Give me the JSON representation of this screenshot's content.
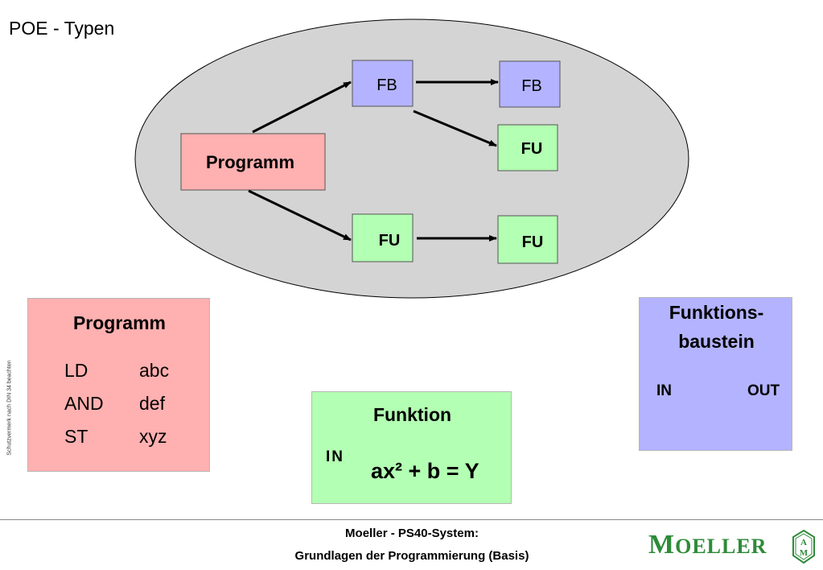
{
  "title": "POE - Typen",
  "side_note": "Schutzvermerk nach DIN 34 beachten",
  "diagram": {
    "programm": "Programm",
    "fb1": "FB",
    "fb2": "FB",
    "fu1": "FU",
    "fu2": "FU",
    "fu3": "FU"
  },
  "program_panel": {
    "title": "Programm",
    "rows": [
      {
        "op": "LD",
        "arg": "abc"
      },
      {
        "op": "AND",
        "arg": "def"
      },
      {
        "op": "ST",
        "arg": "xyz"
      }
    ]
  },
  "function_panel": {
    "title": "Funktion",
    "in": "IN",
    "formula": "ax² + b = Y"
  },
  "fb_panel": {
    "title_line1": "Funktions-",
    "title_line2": "baustein",
    "in": "IN",
    "out": "OUT"
  },
  "footer": {
    "line1": "Moeller - PS40-System:",
    "line2": "Grundlagen der Programmierung (Basis)"
  },
  "logo": {
    "first": "M",
    "rest": "OELLER"
  },
  "colors": {
    "ellipse": "#d4d4d4",
    "program": "#ffb0b0",
    "fb": "#b3b3ff",
    "fu": "#b3ffb3",
    "logo": "#2e8b3a"
  }
}
